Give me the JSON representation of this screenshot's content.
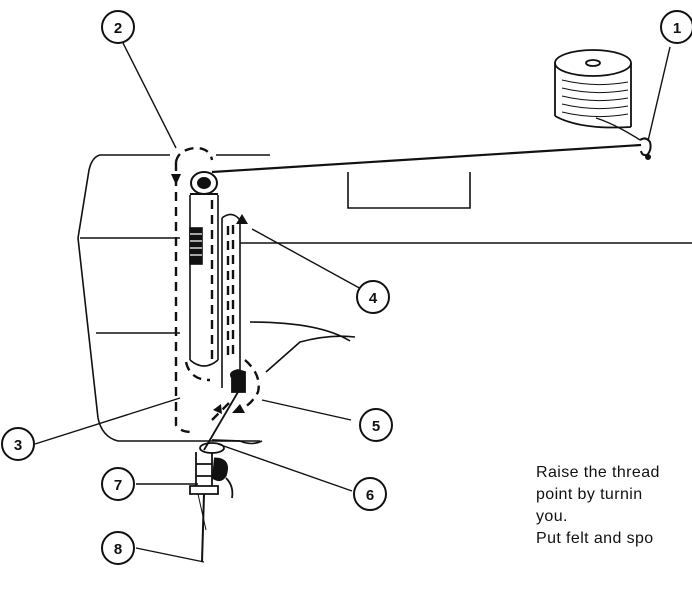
{
  "callouts": [
    "1",
    "2",
    "3",
    "4",
    "5",
    "6",
    "7",
    "8"
  ],
  "caption_lines": [
    "Raise the thread",
    "point by turnin",
    "you.",
    "Put felt and spo"
  ]
}
